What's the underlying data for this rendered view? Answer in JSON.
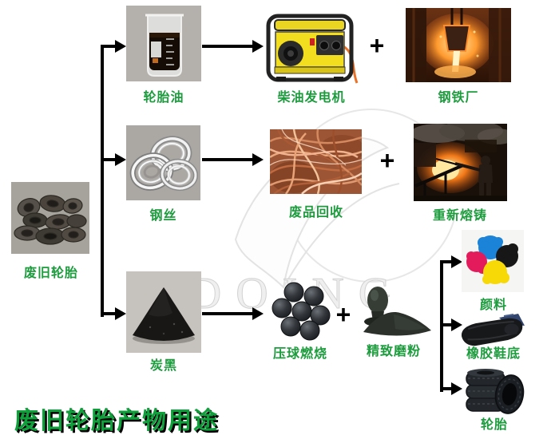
{
  "title": "废旧轮胎产物用途",
  "watermark": "DOING",
  "plus": "+",
  "source": {
    "label": "废旧轮胎"
  },
  "branches": {
    "oil": {
      "product": "轮胎油",
      "use_primary": "柴油发电机",
      "use_secondary": "钢铁厂"
    },
    "wire": {
      "product": "钢丝",
      "use_primary": "废品回收",
      "use_secondary": "重新熔铸"
    },
    "carbon": {
      "product": "炭黑",
      "use_primary": "压球燃烧",
      "use_secondary": "精致磨粉"
    }
  },
  "outputs": {
    "pigment": "颜料",
    "sole": "橡胶鞋底",
    "tire": "轮胎"
  },
  "colors": {
    "label_green": "#1d9c3e",
    "title_green": "#0fa03c",
    "arrow_black": "#000000",
    "watermark_gray": "#d2d2d2",
    "photo_bg_gray": "#aeaaa6"
  }
}
